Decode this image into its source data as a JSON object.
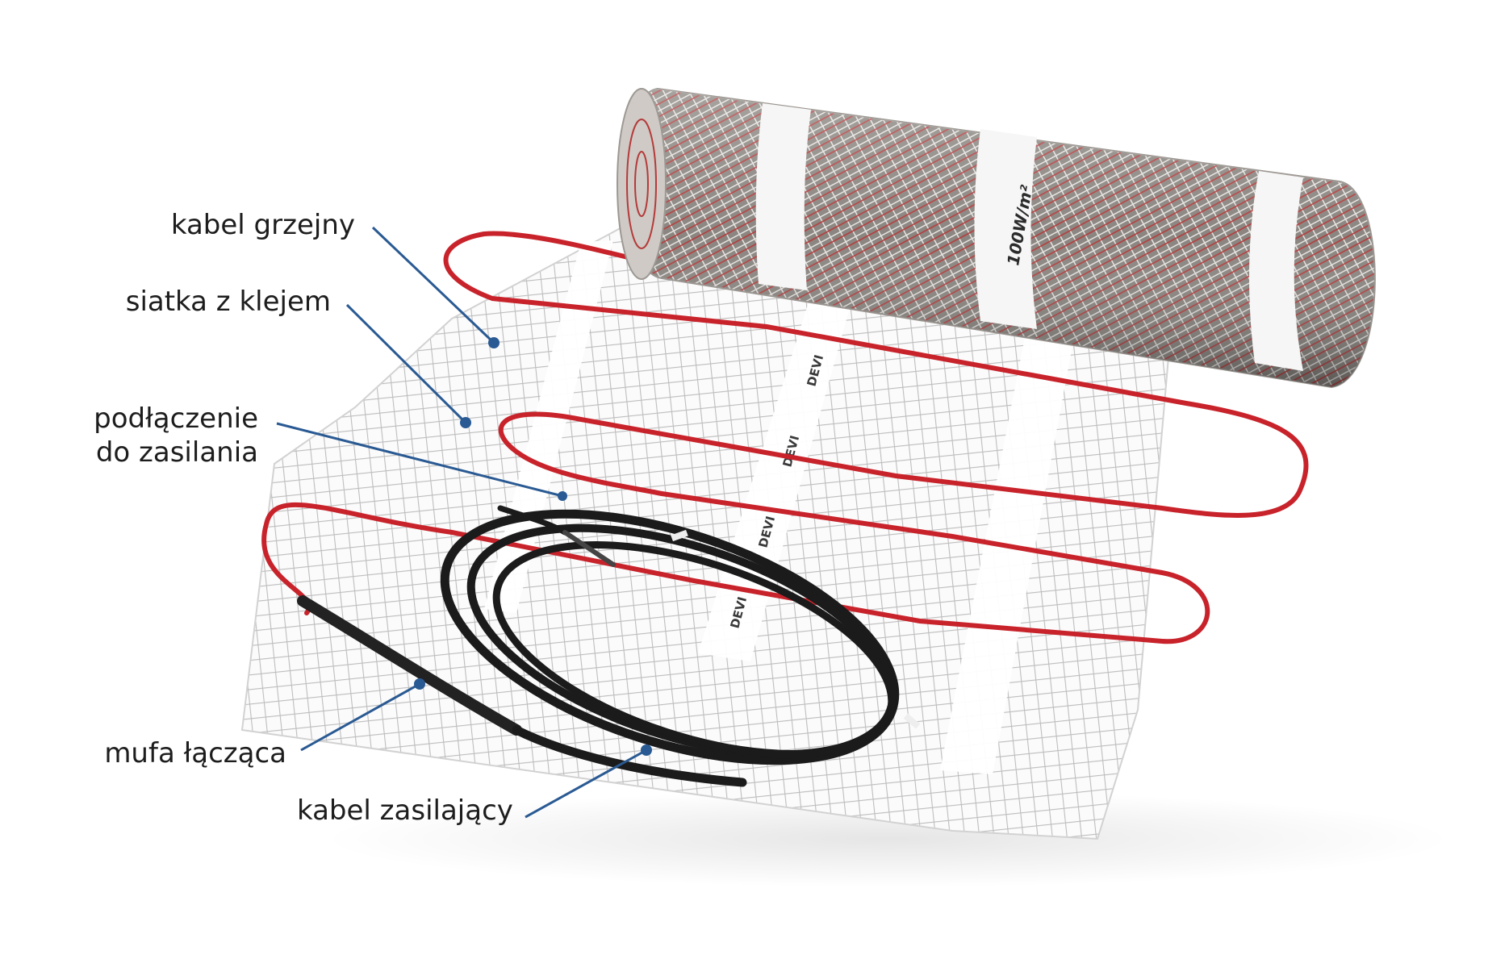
{
  "diagram": {
    "callouts": [
      {
        "id": "heating-cable",
        "text": "kabel grzejny"
      },
      {
        "id": "adhesive-mesh",
        "text": "siatka z klejem"
      },
      {
        "id": "power-connection",
        "lines": [
          "podłączenie",
          "do zasilania"
        ]
      },
      {
        "id": "joint-sleeve",
        "text": "mufa łącząca"
      },
      {
        "id": "supply-cable",
        "text": "kabel zasilający"
      }
    ],
    "roll_print": "100W/m²",
    "tape_print": "DEVI",
    "colors": {
      "heating_cable": "#c8232b",
      "supply_cable": "#1b1b1b",
      "mesh": "#c9c9c9",
      "leader_line": "#2a5a93",
      "tape": "#ffffff"
    }
  }
}
